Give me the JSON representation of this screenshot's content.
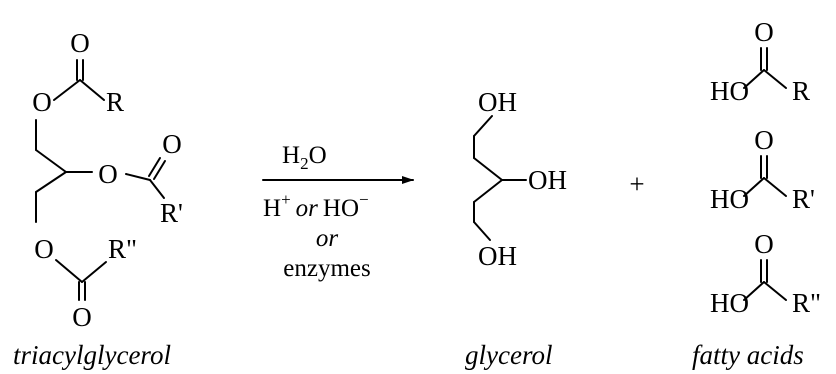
{
  "reactant": {
    "caption": "triacylglycerol",
    "atoms": {
      "o1_carbonyl": "O",
      "o1_ester": "O",
      "r1": "R",
      "o2_carbonyl": "O",
      "o2_ester": "O",
      "r2": "R'",
      "o3_ester": "O",
      "o3_carbonyl": "O",
      "r3": "R\""
    }
  },
  "conditions": {
    "reagent_main": "H",
    "reagent_sub": "2",
    "reagent_tail": "O",
    "catalyst_acid_main": "H",
    "catalyst_acid_sup": "+",
    "catalyst_joiner": "or",
    "catalyst_base_main": "HO",
    "catalyst_base_sup": "−",
    "alt_joiner": "or",
    "alt_catalyst": "enzymes"
  },
  "product_glycerol": {
    "caption": "glycerol",
    "atoms": {
      "oh_top": "OH",
      "oh_mid": "OH",
      "oh_bottom": "OH"
    }
  },
  "plus_sign": "+",
  "product_acids": {
    "caption": "fatty acids",
    "acids": [
      {
        "carbonyl_o": "O",
        "ho": "HO",
        "r": "R"
      },
      {
        "carbonyl_o": "O",
        "ho": "HO",
        "r": "R'"
      },
      {
        "carbonyl_o": "O",
        "ho": "HO",
        "r": "R\""
      }
    ]
  }
}
